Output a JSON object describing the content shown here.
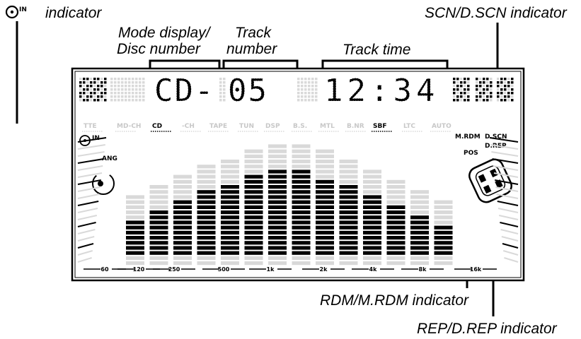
{
  "callouts": {
    "in_indicator_text": "indicator",
    "in_symbol_text": "IN",
    "mode_display_line1": "Mode display/",
    "mode_display_line2": "Disc  number",
    "track_number_line1": "Track",
    "track_number_line2": "number",
    "track_time": "Track time",
    "scn_indicator": "SCN/D.SCN indicator",
    "rdm_indicator": "RDM/M.RDM indicator",
    "rep_indicator": "REP/D.REP indicator"
  },
  "display": {
    "mode_text": "CD-",
    "track_text": "05",
    "time_text": "12:34"
  },
  "source_labels": [
    {
      "text": "TTE",
      "active": false
    },
    {
      "text": "MD-CH",
      "active": false
    },
    {
      "text": "CD",
      "active": true
    },
    {
      "text": "-CH",
      "active": false
    },
    {
      "text": "TAPE",
      "active": false
    },
    {
      "text": "TUN",
      "active": false
    },
    {
      "text": "DSP",
      "active": false
    },
    {
      "text": "B.S.",
      "active": false
    },
    {
      "text": "MTL",
      "active": false
    },
    {
      "text": "B.NR",
      "active": false
    },
    {
      "text": "SBF",
      "active": true
    },
    {
      "text": "LTC",
      "active": false
    },
    {
      "text": "AUTO",
      "active": false
    }
  ],
  "indicators": {
    "in_label": "IN",
    "ang_label": "ANG",
    "mrdm_label": "M.RDM",
    "dscn_label": "D.SCN",
    "drep_label": "D.REP",
    "pos_label": "POS"
  },
  "frequency_labels": [
    "60",
    "120",
    "250",
    "500",
    "1k",
    "2k",
    "4k",
    "8k",
    "16k"
  ],
  "colors": {
    "lit": "#000000",
    "unlit": "#d9d9d9",
    "panel_border": "#000000"
  }
}
